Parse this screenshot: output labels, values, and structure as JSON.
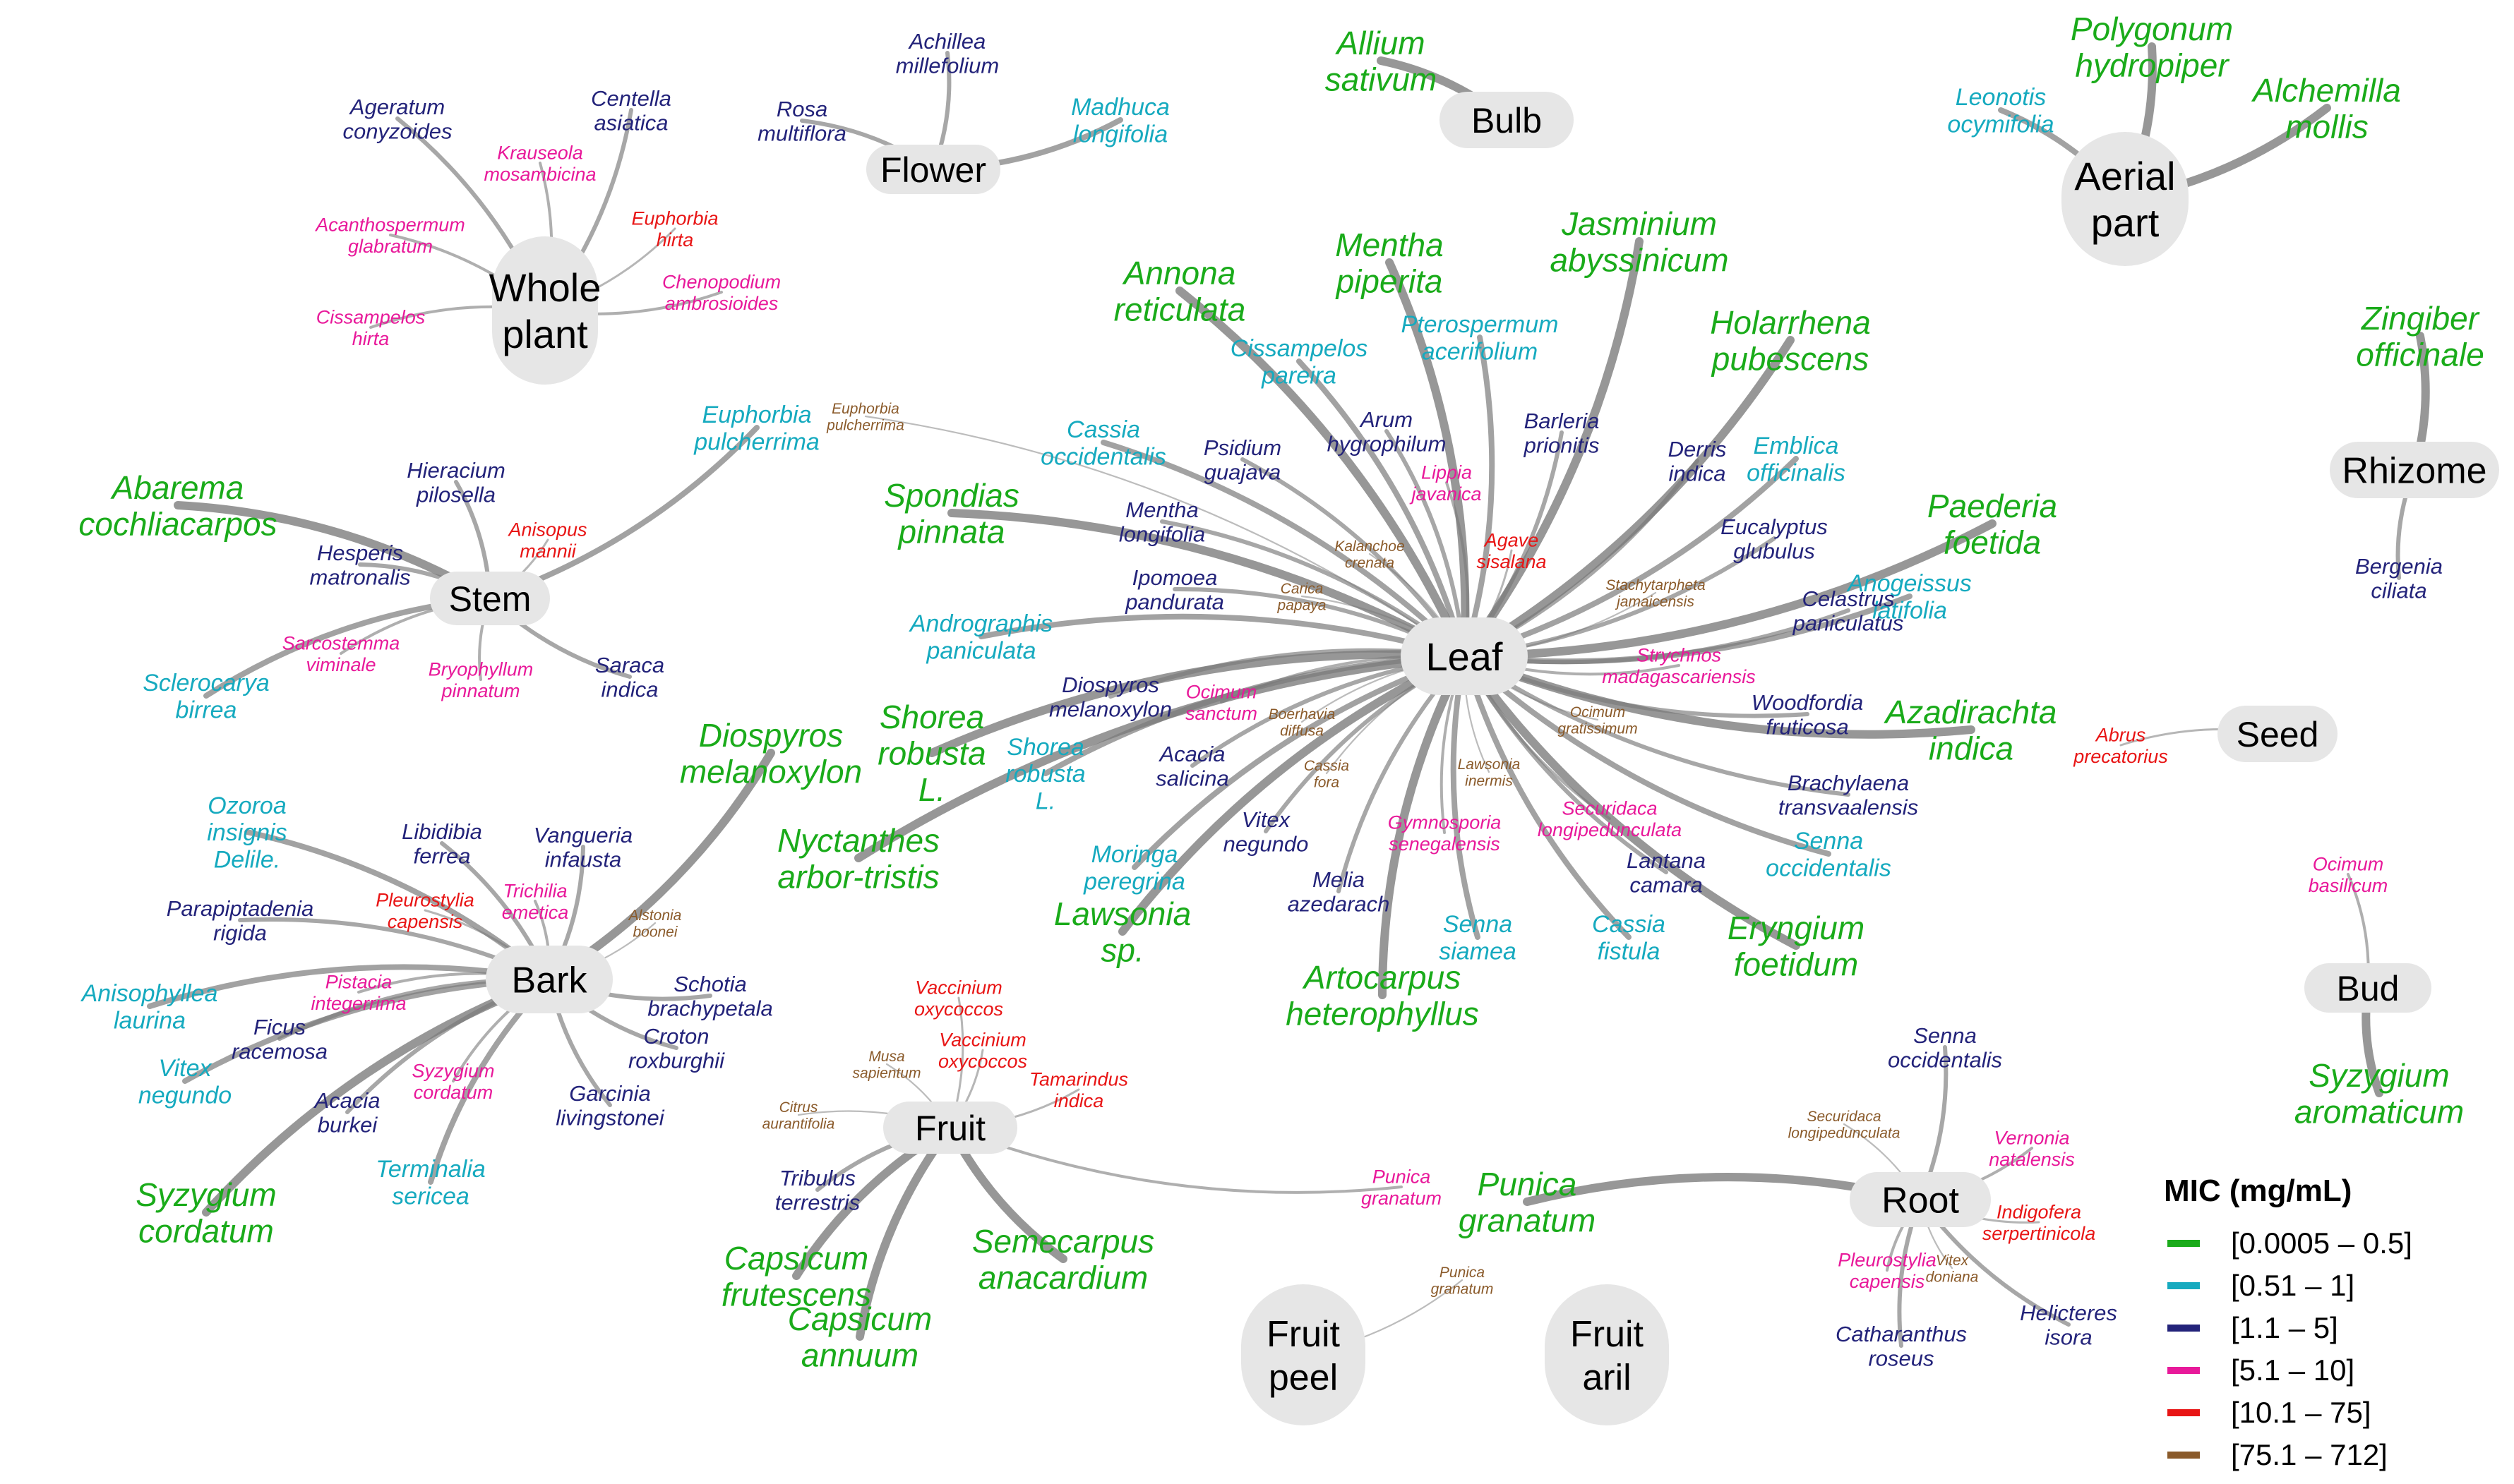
{
  "legend": {
    "title": "MIC (mg/mL)",
    "classes": [
      {
        "label": "[0.0005 – 0.5]",
        "color": "#1aab1a"
      },
      {
        "label": "[0.51 – 1]",
        "color": "#16aabf"
      },
      {
        "label": "[1.1 – 5]",
        "color": "#23237a"
      },
      {
        "label": "[5.1 – 10]",
        "color": "#e8199a"
      },
      {
        "label": "[10.1 – 75]",
        "color": "#e81515"
      },
      {
        "label": "[75.1 – 712]",
        "color": "#8a5a2a"
      }
    ]
  },
  "hubs": [
    {
      "id": "whole",
      "lines": [
        "Whole",
        "plant"
      ]
    },
    {
      "id": "flower",
      "lines": [
        "Flower"
      ]
    },
    {
      "id": "bulb",
      "lines": [
        "Bulb"
      ]
    },
    {
      "id": "aerial",
      "lines": [
        "Aerial",
        "part"
      ]
    },
    {
      "id": "rhizome",
      "lines": [
        "Rhizome"
      ]
    },
    {
      "id": "stem",
      "lines": [
        "Stem"
      ]
    },
    {
      "id": "leaf",
      "lines": [
        "Leaf"
      ]
    },
    {
      "id": "seed",
      "lines": [
        "Seed"
      ]
    },
    {
      "id": "bark",
      "lines": [
        "Bark"
      ]
    },
    {
      "id": "bud",
      "lines": [
        "Bud"
      ]
    },
    {
      "id": "fruit",
      "lines": [
        "Fruit"
      ]
    },
    {
      "id": "root",
      "lines": [
        "Root"
      ]
    },
    {
      "id": "fruitpeel",
      "lines": [
        "Fruit",
        "peel"
      ]
    },
    {
      "id": "fruitaril",
      "lines": [
        "Fruit",
        "aril"
      ]
    }
  ],
  "plants": [
    {
      "lines": [
        "Ageratum",
        "conyzoides"
      ],
      "mic": 2,
      "hub": "whole"
    },
    {
      "lines": [
        "Centella",
        "asiatica"
      ],
      "mic": 2,
      "hub": "whole"
    },
    {
      "lines": [
        "Krauseola",
        "mosambicina"
      ],
      "mic": 3,
      "hub": "whole"
    },
    {
      "lines": [
        "Acanthospermum",
        "glabratum"
      ],
      "mic": 3,
      "hub": "whole"
    },
    {
      "lines": [
        "Euphorbia",
        "hirta"
      ],
      "mic": 4,
      "hub": "whole"
    },
    {
      "lines": [
        "Chenopodium",
        "ambrosioides"
      ],
      "mic": 3,
      "hub": "whole"
    },
    {
      "lines": [
        "Cissampelos",
        "hirta"
      ],
      "mic": 3,
      "hub": "whole"
    },
    {
      "lines": [
        "Achillea",
        "millefolium"
      ],
      "mic": 2,
      "hub": "flower"
    },
    {
      "lines": [
        "Rosa",
        "multiflora"
      ],
      "mic": 2,
      "hub": "flower"
    },
    {
      "lines": [
        "Madhuca",
        "longifolia"
      ],
      "mic": 1,
      "hub": "flower"
    },
    {
      "lines": [
        "Allium",
        "sativum"
      ],
      "mic": 0,
      "hub": "bulb"
    },
    {
      "lines": [
        "Polygonum",
        "hydropiper"
      ],
      "mic": 0,
      "hub": "aerial"
    },
    {
      "lines": [
        "Leonotis",
        "ocymifolia"
      ],
      "mic": 1,
      "hub": "aerial"
    },
    {
      "lines": [
        "Alchemilla",
        "mollis"
      ],
      "mic": 0,
      "hub": "aerial"
    },
    {
      "lines": [
        "Zingiber",
        "officinale"
      ],
      "mic": 0,
      "hub": "rhizome"
    },
    {
      "lines": [
        "Bergenia",
        "ciliata"
      ],
      "mic": 2,
      "hub": "rhizome"
    },
    {
      "lines": [
        "Euphorbia",
        "pulcherrima"
      ],
      "mic": 1,
      "hub": "stem"
    },
    {
      "lines": [
        "Euphorbia",
        "pulcherrima"
      ],
      "mic": 5,
      "hub": "leaf"
    },
    {
      "lines": [
        "Abarema",
        "cochliacarpos"
      ],
      "mic": 0,
      "hub": "stem"
    },
    {
      "lines": [
        "Hieracium",
        "pilosella"
      ],
      "mic": 2,
      "hub": "stem"
    },
    {
      "lines": [
        "Hesperis",
        "matronalis"
      ],
      "mic": 2,
      "hub": "stem"
    },
    {
      "lines": [
        "Anisopus",
        "mannii"
      ],
      "mic": 4,
      "hub": "stem"
    },
    {
      "lines": [
        "Sarcostemma",
        "viminale"
      ],
      "mic": 3,
      "hub": "stem"
    },
    {
      "lines": [
        "Bryophyllum",
        "pinnatum"
      ],
      "mic": 3,
      "hub": "stem"
    },
    {
      "lines": [
        "Saraca",
        "indica"
      ],
      "mic": 2,
      "hub": "stem"
    },
    {
      "lines": [
        "Sclerocarya",
        "birrea"
      ],
      "mic": 1,
      "hub": "stem"
    },
    {
      "lines": [
        "Annona",
        "reticulata"
      ],
      "mic": 0,
      "hub": "leaf"
    },
    {
      "lines": [
        "Mentha",
        "piperita"
      ],
      "mic": 0,
      "hub": "leaf"
    },
    {
      "lines": [
        "Jasminium",
        "abyssinicum"
      ],
      "mic": 0,
      "hub": "leaf"
    },
    {
      "lines": [
        "Pterospermum",
        "acerifolium"
      ],
      "mic": 1,
      "hub": "leaf"
    },
    {
      "lines": [
        "Holarrhena",
        "pubescens"
      ],
      "mic": 0,
      "hub": "leaf"
    },
    {
      "lines": [
        "Cissampelos",
        "pareira"
      ],
      "mic": 1,
      "hub": "leaf"
    },
    {
      "lines": [
        "Cassia",
        "occidentalis"
      ],
      "mic": 1,
      "hub": "leaf"
    },
    {
      "lines": [
        "Psidium",
        "guajava"
      ],
      "mic": 2,
      "hub": "leaf"
    },
    {
      "lines": [
        "Arum",
        "hygrophilum"
      ],
      "mic": 2,
      "hub": "leaf"
    },
    {
      "lines": [
        "Barleria",
        "prionitis"
      ],
      "mic": 2,
      "hub": "leaf"
    },
    {
      "lines": [
        "Derris",
        "indica"
      ],
      "mic": 2,
      "hub": "leaf"
    },
    {
      "lines": [
        "Emblica",
        "officinalis"
      ],
      "mic": 1,
      "hub": "leaf"
    },
    {
      "lines": [
        "Lippia",
        "javanica"
      ],
      "mic": 3,
      "hub": "leaf"
    },
    {
      "lines": [
        "Spondias",
        "pinnata"
      ],
      "mic": 0,
      "hub": "leaf"
    },
    {
      "lines": [
        "Mentha",
        "longifolia"
      ],
      "mic": 2,
      "hub": "leaf"
    },
    {
      "lines": [
        "Kalanchoe",
        "crenata"
      ],
      "mic": 5,
      "hub": "leaf"
    },
    {
      "lines": [
        "Agave",
        "sisalana"
      ],
      "mic": 4,
      "hub": "leaf"
    },
    {
      "lines": [
        "Paederia",
        "foetida"
      ],
      "mic": 0,
      "hub": "leaf"
    },
    {
      "lines": [
        "Eucalyptus",
        "glubulus"
      ],
      "mic": 2,
      "hub": "leaf"
    },
    {
      "lines": [
        "Carica",
        "papaya"
      ],
      "mic": 5,
      "hub": "leaf"
    },
    {
      "lines": [
        "Stachytarpheta",
        "jamaicensis"
      ],
      "mic": 5,
      "hub": "leaf"
    },
    {
      "lines": [
        "Anogeissus",
        "latifolia"
      ],
      "mic": 1,
      "hub": "leaf"
    },
    {
      "lines": [
        "Ipomoea",
        "pandurata"
      ],
      "mic": 2,
      "hub": "leaf"
    },
    {
      "lines": [
        "Celastrus",
        "paniculatus"
      ],
      "mic": 2,
      "hub": "leaf"
    },
    {
      "lines": [
        "Andrographis",
        "paniculata"
      ],
      "mic": 1,
      "hub": "leaf"
    },
    {
      "lines": [
        "Strychnos",
        "madagascariensis"
      ],
      "mic": 3,
      "hub": "leaf"
    },
    {
      "lines": [
        "Ocimum",
        "sanctum"
      ],
      "mic": 3,
      "hub": "leaf"
    },
    {
      "lines": [
        "Diospyros",
        "melanoxylon"
      ],
      "mic": 2,
      "hub": "leaf"
    },
    {
      "lines": [
        "Woodfordia",
        "fruticosa"
      ],
      "mic": 2,
      "hub": "leaf"
    },
    {
      "lines": [
        "Azadirachta",
        "indica"
      ],
      "mic": 0,
      "hub": "leaf"
    },
    {
      "lines": [
        "Ocimum",
        "gratissimum"
      ],
      "mic": 5,
      "hub": "leaf"
    },
    {
      "lines": [
        "Boerhavia",
        "diffusa"
      ],
      "mic": 5,
      "hub": "leaf"
    },
    {
      "lines": [
        "Shorea",
        "robusta",
        "L."
      ],
      "mic": 0,
      "hub": "leaf"
    },
    {
      "lines": [
        "Shorea",
        "robusta",
        "L."
      ],
      "mic": 1,
      "hub": "leaf"
    },
    {
      "lines": [
        "Acacia",
        "salicina"
      ],
      "mic": 2,
      "hub": "leaf"
    },
    {
      "lines": [
        "Cassia",
        "fora"
      ],
      "mic": 5,
      "hub": "leaf"
    },
    {
      "lines": [
        "Lawsonia",
        "inermis"
      ],
      "mic": 5,
      "hub": "leaf"
    },
    {
      "lines": [
        "Brachylaena",
        "transvaalensis"
      ],
      "mic": 2,
      "hub": "leaf"
    },
    {
      "lines": [
        "Vitex",
        "negundo"
      ],
      "mic": 2,
      "hub": "leaf"
    },
    {
      "lines": [
        "Gymnosporia",
        "senegalensis"
      ],
      "mic": 3,
      "hub": "leaf"
    },
    {
      "lines": [
        "Securidaca",
        "longipedunculata"
      ],
      "mic": 3,
      "hub": "leaf"
    },
    {
      "lines": [
        "Senna",
        "occidentalis"
      ],
      "mic": 1,
      "hub": "leaf"
    },
    {
      "lines": [
        "Nyctanthes",
        "arbor-tristis"
      ],
      "mic": 0,
      "hub": "leaf"
    },
    {
      "lines": [
        "Moringa",
        "peregrina"
      ],
      "mic": 1,
      "hub": "leaf"
    },
    {
      "lines": [
        "Melia",
        "azedarach"
      ],
      "mic": 2,
      "hub": "leaf"
    },
    {
      "lines": [
        "Lantana",
        "camara"
      ],
      "mic": 2,
      "hub": "leaf"
    },
    {
      "lines": [
        "Lawsonia",
        "sp."
      ],
      "mic": 0,
      "hub": "leaf"
    },
    {
      "lines": [
        "Senna",
        "siamea"
      ],
      "mic": 1,
      "hub": "leaf"
    },
    {
      "lines": [
        "Cassia",
        "fistula"
      ],
      "mic": 1,
      "hub": "leaf"
    },
    {
      "lines": [
        "Eryngium",
        "foetidum"
      ],
      "mic": 0,
      "hub": "leaf"
    },
    {
      "lines": [
        "Artocarpus",
        "heterophyllus"
      ],
      "mic": 0,
      "hub": "leaf"
    },
    {
      "lines": [
        "Diospyros",
        "melanoxylon"
      ],
      "mic": 0,
      "hub": "bark"
    },
    {
      "lines": [
        "Abrus",
        "precatorius"
      ],
      "mic": 4,
      "hub": "seed"
    },
    {
      "lines": [
        "Ozoroa",
        "insignis",
        "Delile."
      ],
      "mic": 1,
      "hub": "bark"
    },
    {
      "lines": [
        "Libidibia",
        "ferrea"
      ],
      "mic": 2,
      "hub": "bark"
    },
    {
      "lines": [
        "Vangueria",
        "infausta"
      ],
      "mic": 2,
      "hub": "bark"
    },
    {
      "lines": [
        "Parapiptadenia",
        "rigida"
      ],
      "mic": 2,
      "hub": "bark"
    },
    {
      "lines": [
        "Pleurostylia",
        "capensis"
      ],
      "mic": 4,
      "hub": "bark"
    },
    {
      "lines": [
        "Trichilia",
        "emetica"
      ],
      "mic": 3,
      "hub": "bark"
    },
    {
      "lines": [
        "Alstonia",
        "boonei"
      ],
      "mic": 5,
      "hub": "bark"
    },
    {
      "lines": [
        "Pistacia",
        "integerrima"
      ],
      "mic": 3,
      "hub": "bark"
    },
    {
      "lines": [
        "Anisophyllea",
        "laurina"
      ],
      "mic": 1,
      "hub": "bark"
    },
    {
      "lines": [
        "Schotia",
        "brachypetala"
      ],
      "mic": 2,
      "hub": "bark"
    },
    {
      "lines": [
        "Ficus",
        "racemosa"
      ],
      "mic": 2,
      "hub": "bark"
    },
    {
      "lines": [
        "Croton",
        "roxburghii"
      ],
      "mic": 2,
      "hub": "bark"
    },
    {
      "lines": [
        "Vitex",
        "negundo"
      ],
      "mic": 1,
      "hub": "bark"
    },
    {
      "lines": [
        "Syzygium",
        "cordatum"
      ],
      "mic": 3,
      "hub": "bark"
    },
    {
      "lines": [
        "Acacia",
        "burkei"
      ],
      "mic": 2,
      "hub": "bark"
    },
    {
      "lines": [
        "Garcinia",
        "livingstonei"
      ],
      "mic": 2,
      "hub": "bark"
    },
    {
      "lines": [
        "Terminalia",
        "sericea"
      ],
      "mic": 1,
      "hub": "bark"
    },
    {
      "lines": [
        "Syzygium",
        "cordatum"
      ],
      "mic": 0,
      "hub": "bark"
    },
    {
      "lines": [
        "Ocimum",
        "basilicum"
      ],
      "mic": 3,
      "hub": "bud"
    },
    {
      "lines": [
        "Syzygium",
        "aromaticum"
      ],
      "mic": 0,
      "hub": "bud"
    },
    {
      "lines": [
        "Vaccinium",
        "oxycoccos"
      ],
      "mic": 4,
      "hub": "fruit"
    },
    {
      "lines": [
        "Vaccinium",
        "oxycoccos"
      ],
      "mic": 4,
      "hub": "fruit"
    },
    {
      "lines": [
        "Musa",
        "sapientum"
      ],
      "mic": 5,
      "hub": "fruit"
    },
    {
      "lines": [
        "Tamarindus",
        "indica"
      ],
      "mic": 4,
      "hub": "fruit"
    },
    {
      "lines": [
        "Citrus",
        "aurantifolia"
      ],
      "mic": 5,
      "hub": "fruit"
    },
    {
      "lines": [
        "Tribulus",
        "terrestris"
      ],
      "mic": 2,
      "hub": "fruit"
    },
    {
      "lines": [
        "Capsicum",
        "frutescens"
      ],
      "mic": 0,
      "hub": "fruit"
    },
    {
      "lines": [
        "Semecarpus",
        "anacardium"
      ],
      "mic": 0,
      "hub": "fruit"
    },
    {
      "lines": [
        "Capsicum",
        "annuum"
      ],
      "mic": 0,
      "hub": "fruit"
    },
    {
      "lines": [
        "Punica",
        "granatum"
      ],
      "mic": 3,
      "hub": "fruit"
    },
    {
      "lines": [
        "Punica",
        "granatum"
      ],
      "mic": 0,
      "hub": "root"
    },
    {
      "lines": [
        "Senna",
        "occidentalis"
      ],
      "mic": 2,
      "hub": "root"
    },
    {
      "lines": [
        "Securidaca",
        "longipedunculata"
      ],
      "mic": 5,
      "hub": "root"
    },
    {
      "lines": [
        "Vernonia",
        "natalensis"
      ],
      "mic": 3,
      "hub": "root"
    },
    {
      "lines": [
        "Indigofera",
        "serpertinicola"
      ],
      "mic": 4,
      "hub": "root"
    },
    {
      "lines": [
        "Pleurostylia",
        "capensis"
      ],
      "mic": 3,
      "hub": "root"
    },
    {
      "lines": [
        "Vitex",
        "doniana"
      ],
      "mic": 5,
      "hub": "root"
    },
    {
      "lines": [
        "Helicteres",
        "isora"
      ],
      "mic": 2,
      "hub": "root"
    },
    {
      "lines": [
        "Catharanthus",
        "roseus"
      ],
      "mic": 2,
      "hub": "root"
    },
    {
      "lines": [
        "Punica",
        "granatum"
      ],
      "mic": 5,
      "hub": "fruitpeel"
    }
  ]
}
